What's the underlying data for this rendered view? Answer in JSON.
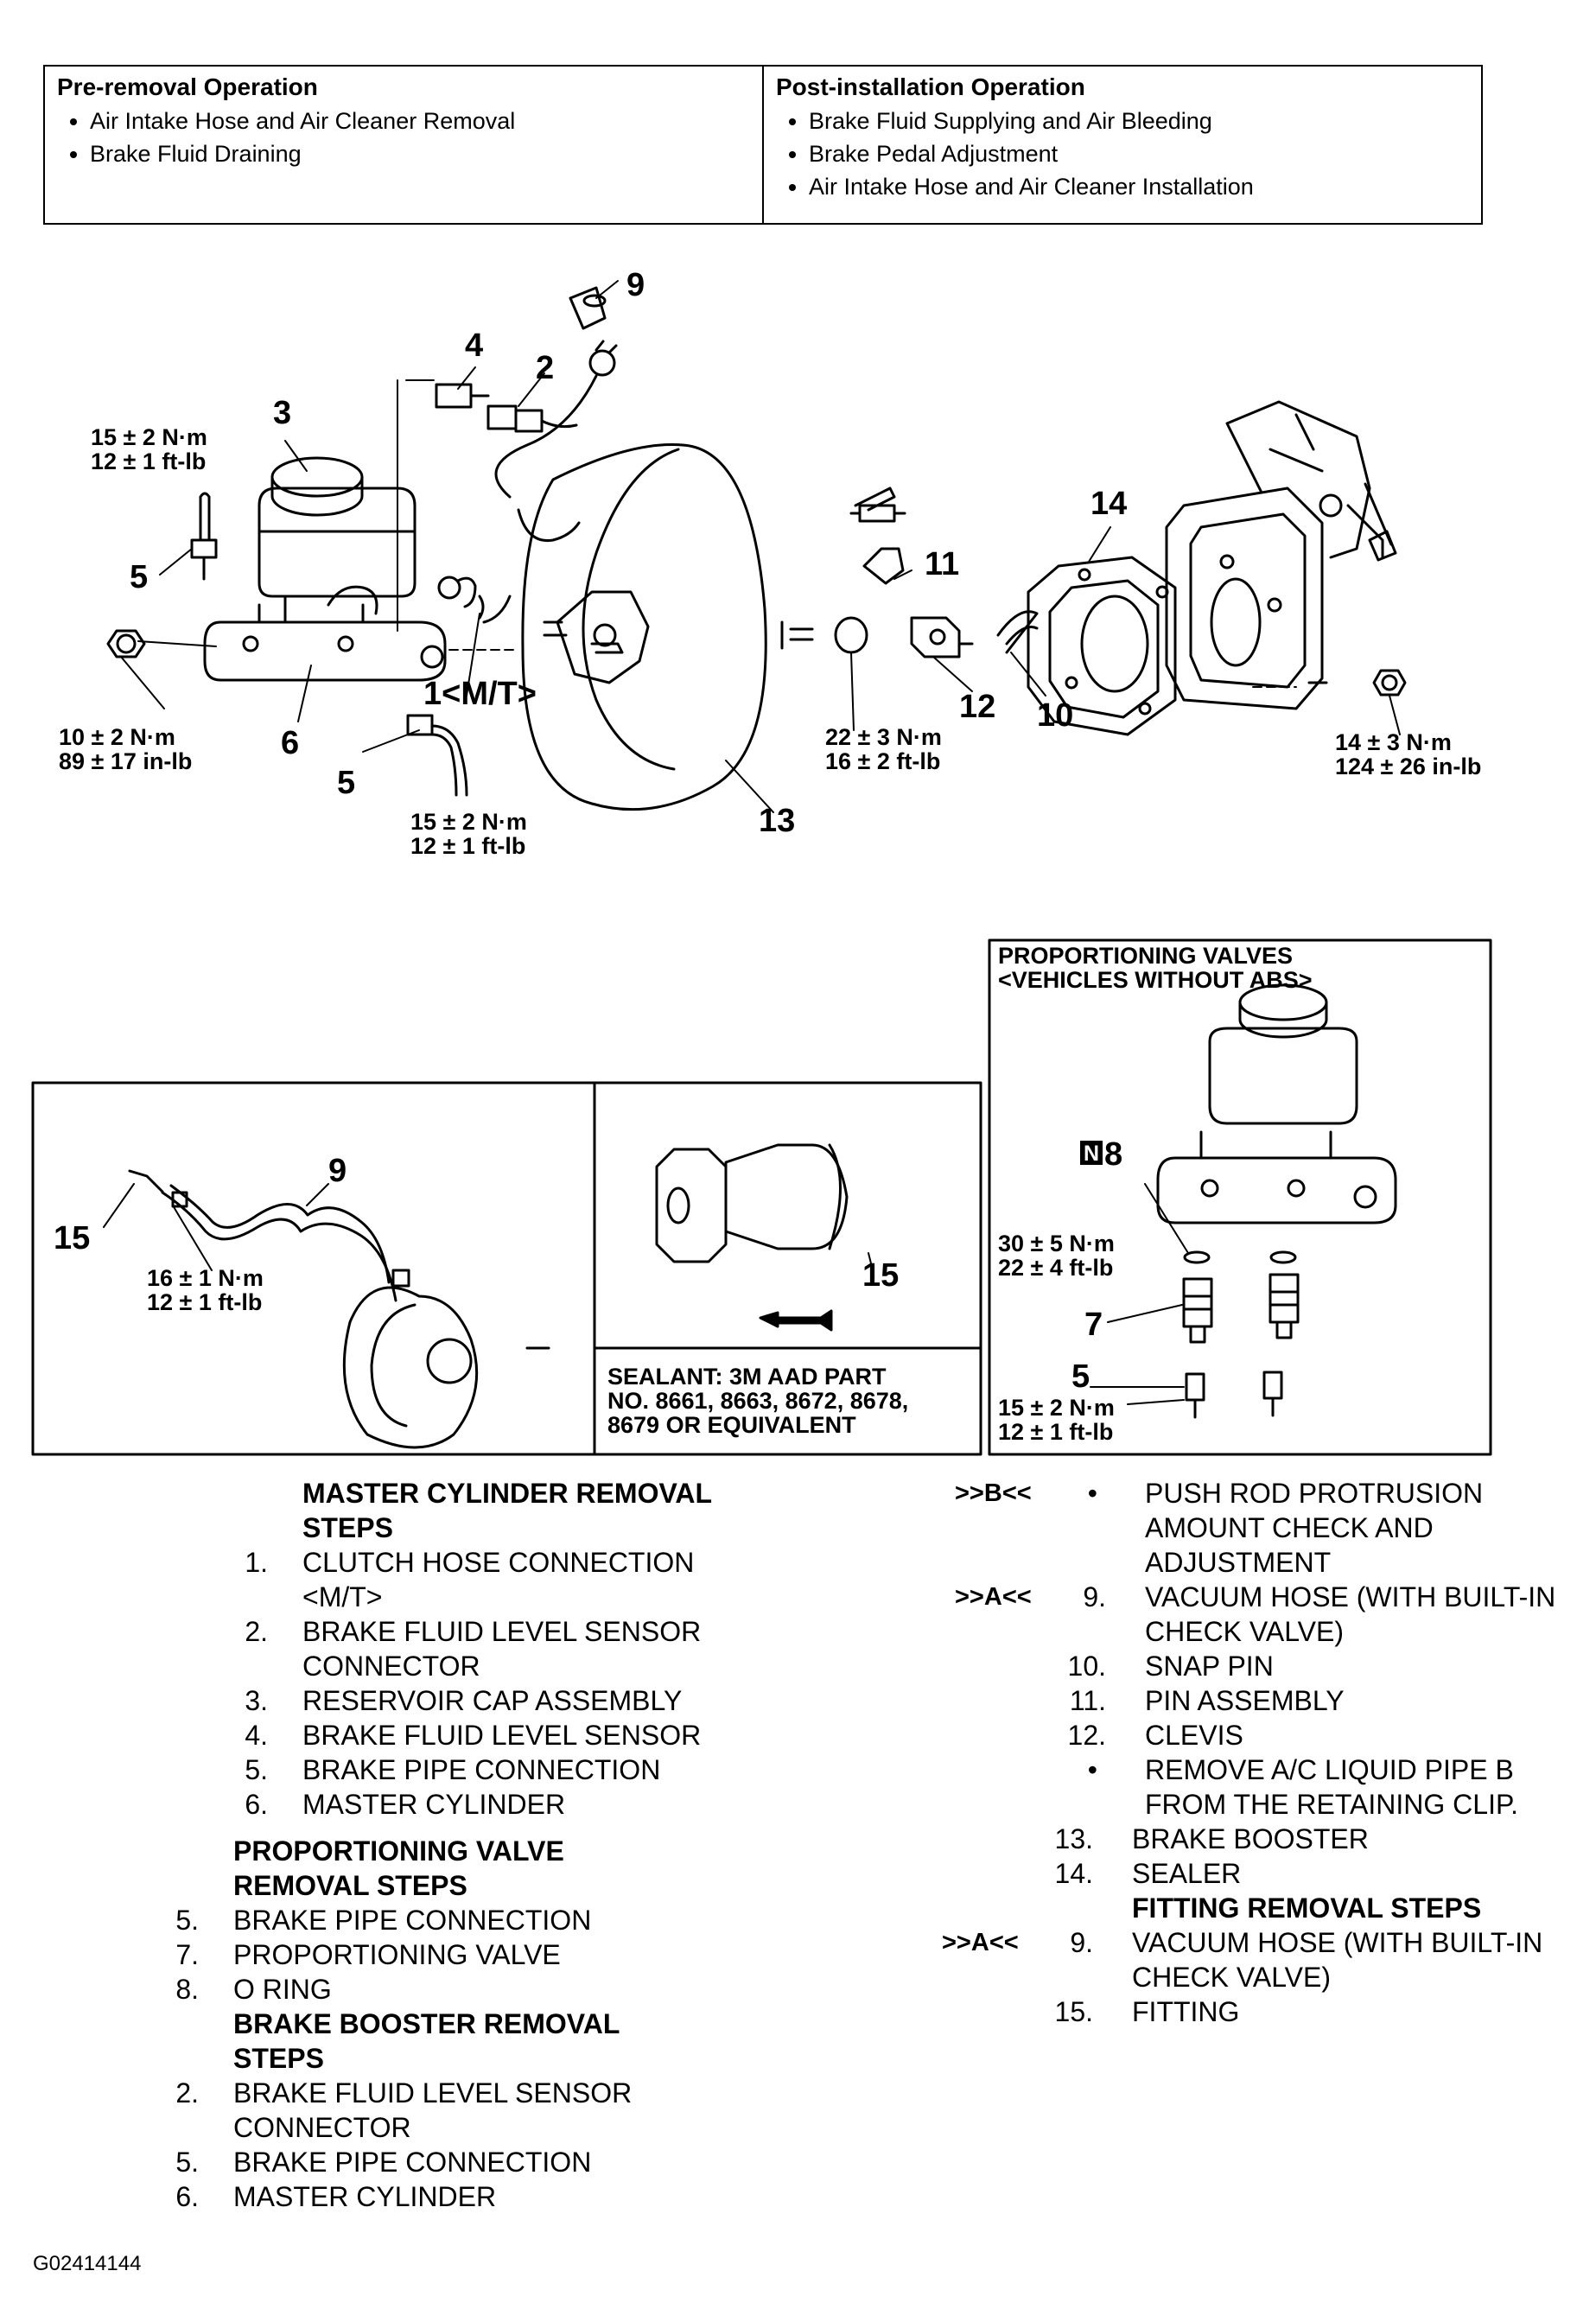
{
  "operations": {
    "pre": {
      "heading": "Pre-removal Operation",
      "items": [
        "Air Intake Hose and Air Cleaner Removal",
        "Brake Fluid Draining"
      ]
    },
    "post": {
      "heading": "Post-installation Operation",
      "items": [
        "Brake Fluid Supplying and Air Bleeding",
        "Brake Pedal Adjustment",
        "Air Intake Hose and Air Cleaner Installation"
      ]
    }
  },
  "callouts": {
    "n1": "1<M/T>",
    "n2": "2",
    "n3": "3",
    "n4": "4",
    "n5a": "5",
    "n5b": "5",
    "n6": "6",
    "n9": "9",
    "n10": "10",
    "n11": "11",
    "n12": "12",
    "n13": "13",
    "n14": "14"
  },
  "torques": {
    "t1a": "15 ± 2 N·m",
    "t1b": "12 ± 1 ft-lb",
    "t2a": "10 ± 2 N·m",
    "t2b": "89 ± 17 in-lb",
    "t3a": "15 ± 2 N·m",
    "t3b": "12 ± 1 ft-lb",
    "t4a": "22 ± 3 N·m",
    "t4b": "16 ± 2 ft-lb",
    "t5a": "14 ± 3 N·m",
    "t5b": "124 ± 26 in-lb"
  },
  "inset_hose": {
    "n9": "9",
    "n15": "15",
    "ta": "16 ± 1 N·m",
    "tb": "12 ± 1 ft-lb"
  },
  "inset_fitting": {
    "n15": "15",
    "sealant": [
      "SEALANT: 3M AAD PART",
      "NO. 8661, 8663, 8672, 8678,",
      "8679 OR EQUIVALENT"
    ]
  },
  "inset_valves": {
    "title1": "PROPORTIONING VALVES",
    "title2": "<VEHICLES WITHOUT ABS>",
    "n_mark": "N",
    "n8": "8",
    "n7": "7",
    "n5": "5",
    "ta": "30 ± 5 N·m",
    "tb": "22 ± 4 ft-lb",
    "tc": "15 ± 2 N·m",
    "td": "12 ± 1 ft-lb"
  },
  "steps_left": {
    "master_hdr": [
      "MASTER CYLINDER REMOVAL",
      "STEPS"
    ],
    "master": [
      {
        "num": "1.",
        "lines": [
          "CLUTCH HOSE CONNECTION",
          "<M/T>"
        ]
      },
      {
        "num": "2.",
        "lines": [
          "BRAKE FLUID LEVEL SENSOR",
          "CONNECTOR"
        ]
      },
      {
        "num": "3.",
        "lines": [
          "RESERVOIR CAP ASSEMBLY"
        ]
      },
      {
        "num": "4.",
        "lines": [
          "BRAKE FLUID LEVEL SENSOR"
        ]
      },
      {
        "num": "5.",
        "lines": [
          "BRAKE PIPE CONNECTION"
        ]
      },
      {
        "num": "6.",
        "lines": [
          "MASTER CYLINDER"
        ]
      }
    ],
    "valve_hdr": [
      "PROPORTIONING VALVE",
      "REMOVAL STEPS"
    ],
    "valve": [
      {
        "num": "5.",
        "lines": [
          "BRAKE PIPE CONNECTION"
        ]
      },
      {
        "num": "7.",
        "lines": [
          "PROPORTIONING VALVE"
        ]
      },
      {
        "num": "8.",
        "lines": [
          "O RING"
        ]
      }
    ],
    "booster_hdr": [
      "BRAKE BOOSTER REMOVAL",
      "STEPS"
    ],
    "booster": [
      {
        "num": "2.",
        "lines": [
          "BRAKE FLUID LEVEL SENSOR",
          "CONNECTOR"
        ]
      },
      {
        "num": "5.",
        "lines": [
          "BRAKE PIPE CONNECTION"
        ]
      },
      {
        "num": "6.",
        "lines": [
          "MASTER CYLINDER"
        ]
      }
    ]
  },
  "steps_right": {
    "items_a": [
      {
        "mark": ">>B<<",
        "num": "•",
        "lines": [
          "PUSH ROD PROTRUSION",
          "AMOUNT CHECK AND",
          "ADJUSTMENT"
        ]
      },
      {
        "mark": ">>A<<",
        "num": "9.",
        "lines": [
          "VACUUM HOSE (WITH BUILT-IN",
          "CHECK VALVE)"
        ]
      },
      {
        "mark": "",
        "num": "10.",
        "lines": [
          "SNAP PIN"
        ]
      },
      {
        "mark": "",
        "num": "11.",
        "lines": [
          "PIN ASSEMBLY"
        ]
      },
      {
        "mark": "",
        "num": "12.",
        "lines": [
          "CLEVIS"
        ]
      },
      {
        "mark": "",
        "num": "•",
        "lines": [
          "REMOVE A/C LIQUID PIPE B",
          "FROM THE RETAINING CLIP."
        ]
      }
    ],
    "items_b": [
      {
        "num": "13.",
        "lines": [
          "BRAKE BOOSTER"
        ]
      },
      {
        "num": "14.",
        "lines": [
          "SEALER"
        ]
      }
    ],
    "fitting_hdr": "FITTING REMOVAL STEPS",
    "fitting": [
      {
        "mark": ">>A<<",
        "num": "9.",
        "lines": [
          "VACUUM HOSE (WITH BUILT-IN",
          "CHECK VALVE)"
        ]
      },
      {
        "mark": "",
        "num": "15.",
        "lines": [
          "FITTING"
        ]
      }
    ]
  },
  "figure_id": "G02414144"
}
